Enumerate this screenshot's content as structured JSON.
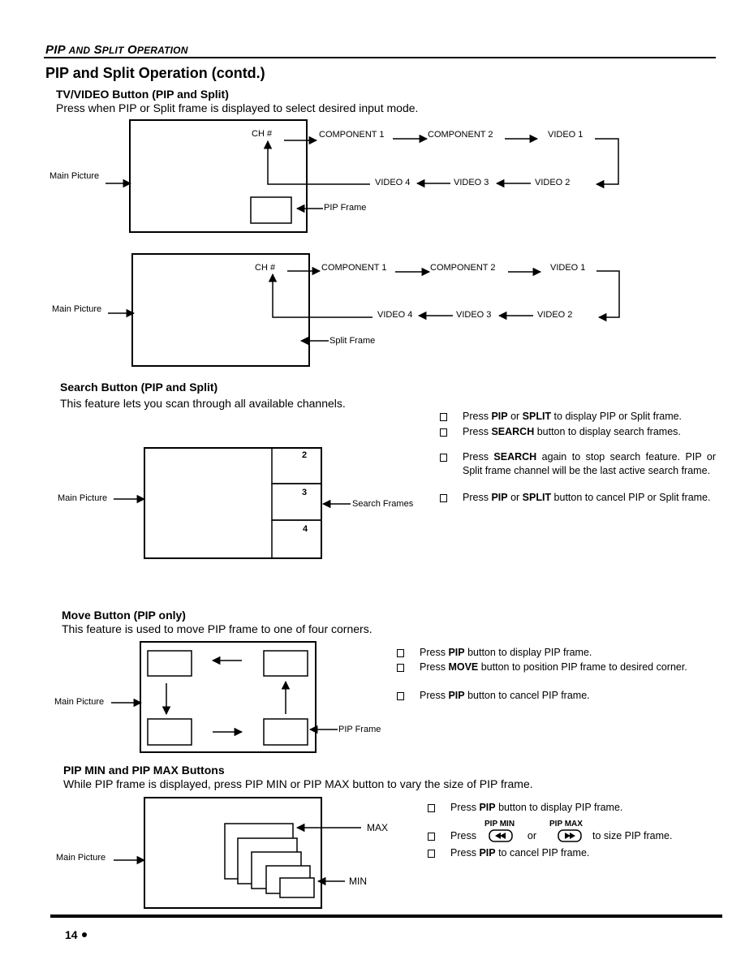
{
  "header": {
    "section_title_parts": [
      "P",
      "IP ",
      "AND",
      " S",
      "PLIT",
      " O",
      "PERATION"
    ]
  },
  "title": "PIP and Split Operation (contd.)",
  "tv_video": {
    "heading": "TV/VIDEO Button (PIP and Split)",
    "description": "Press when PIP or Split frame is displayed to select desired input mode.",
    "diagram1": {
      "main_picture": "Main Picture",
      "ch": "CH #",
      "component1": "COMPONENT 1",
      "component2": "COMPONENT 2",
      "video1": "VIDEO 1",
      "video2": "VIDEO 2",
      "video3": "VIDEO 3",
      "video4": "VIDEO 4",
      "frame_label": "PIP Frame"
    },
    "diagram2": {
      "main_picture": "Main Picture",
      "ch": "CH #",
      "component1": "COMPONENT 1",
      "component2": "COMPONENT 2",
      "video1": "VIDEO 1",
      "video2": "VIDEO 2",
      "video3": "VIDEO 3",
      "video4": "VIDEO 4",
      "frame_label": "Split Frame"
    }
  },
  "search": {
    "heading": "Search Button (PIP and Split)",
    "description": "This feature lets you scan through all available channels.",
    "main_picture": "Main Picture",
    "frame_numbers": [
      "2",
      "3",
      "4"
    ],
    "frames_label": "Search Frames",
    "bullets": [
      [
        "Press ",
        "PIP",
        " or ",
        "SPLIT",
        " to display PIP or Split frame."
      ],
      [
        "Press ",
        "SEARCH",
        "  button to display search frames."
      ],
      [
        "Press ",
        "SEARCH",
        " again to stop search feature. PIP or Split frame channel will be the last active search frame."
      ],
      [
        "Press ",
        "PIP",
        " or ",
        "SPLIT",
        " button to cancel PIP or Split frame."
      ]
    ]
  },
  "move": {
    "heading": "Move Button (PIP only)",
    "description": "This feature is used to move PIP frame to one of four corners.",
    "main_picture": "Main Picture",
    "frame_label": "PIP Frame",
    "bullets": [
      [
        "Press ",
        "PIP",
        " button to display PIP frame."
      ],
      [
        "Press ",
        "MOVE",
        " button to position PIP frame to desired corner."
      ],
      [
        "Press ",
        "PIP",
        " button to cancel PIP frame."
      ]
    ]
  },
  "pipminmax": {
    "heading": "PIP MIN and PIP MAX Buttons",
    "description": "While PIP frame is displayed, press PIP MIN or PIP MAX button to vary the size of PIP frame.",
    "main_picture": "Main Picture",
    "max_label": "MAX",
    "min_label": "MIN",
    "pip_min_label": "PIP MIN",
    "pip_max_label": "PIP MAX",
    "bullet1": [
      "Press ",
      "PIP",
      " button to display PIP frame."
    ],
    "bullet2": {
      "press": "Press",
      "or": "or",
      "suffix": "to size PIP frame."
    },
    "bullet3": [
      "Press ",
      "PIP",
      " to cancel PIP frame."
    ],
    "icons": {
      "min_button": "rewind-button-icon",
      "max_button": "fast-forward-button-icon"
    }
  },
  "footer": {
    "page_number": "14"
  }
}
